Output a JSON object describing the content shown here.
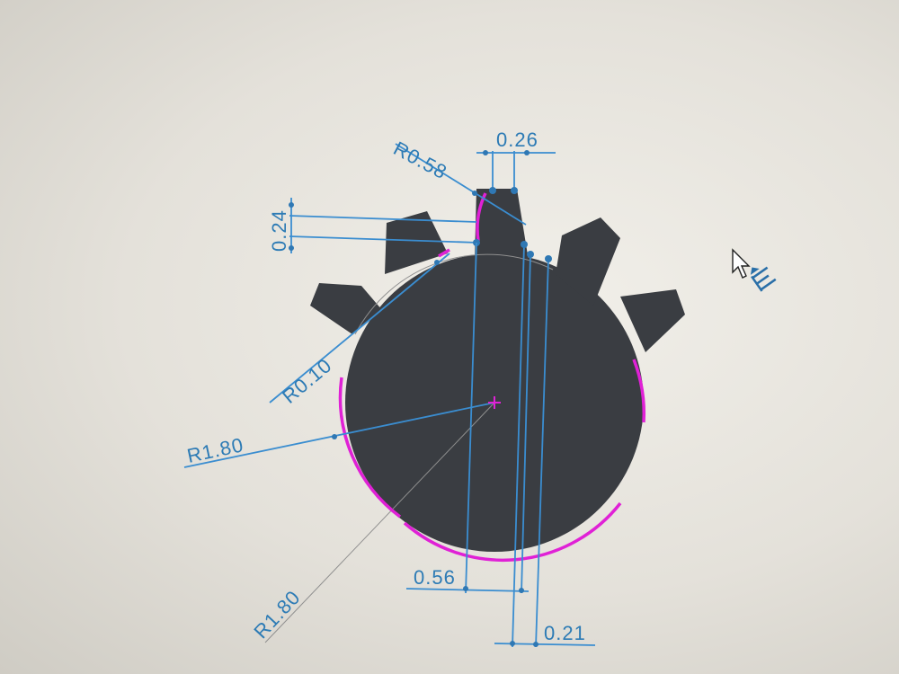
{
  "colors": {
    "part_fill": "#3a3d42",
    "dimension": "#2f86c8",
    "selected_edge": "#e021d6"
  },
  "dimensions": {
    "r058": "R0.58",
    "w026": "0.26",
    "h024": "0.24",
    "r010": "R0.10",
    "r180_top": "R1.80",
    "r180_bottom": "R1.80",
    "d056": "0.56",
    "d021": "0.21"
  },
  "cursor": {
    "icon": "arrow-cursor-icon",
    "badge_icon": "dimension-tool-icon"
  }
}
